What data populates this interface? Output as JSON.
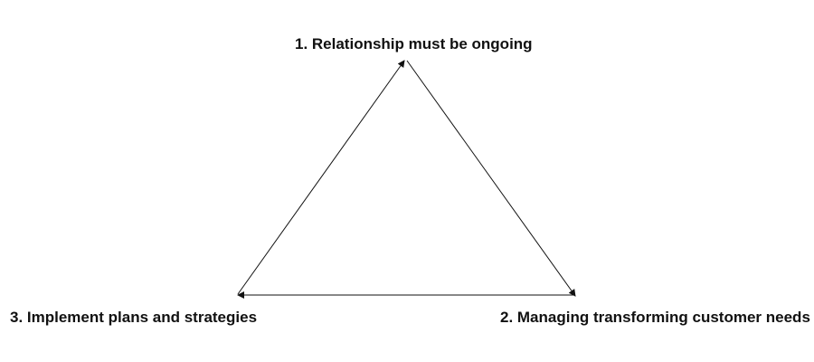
{
  "diagram": {
    "nodes": [
      {
        "id": "top",
        "label": "1. Relationship must be ongoing"
      },
      {
        "id": "right",
        "label": "2. Managing transforming customer needs"
      },
      {
        "id": "left",
        "label": "3. Implement plans and strategies"
      }
    ],
    "edges": [
      {
        "from": "top",
        "to": "right"
      },
      {
        "from": "right",
        "to": "left"
      },
      {
        "from": "left",
        "to": "top"
      }
    ],
    "line_color": "#111111"
  }
}
